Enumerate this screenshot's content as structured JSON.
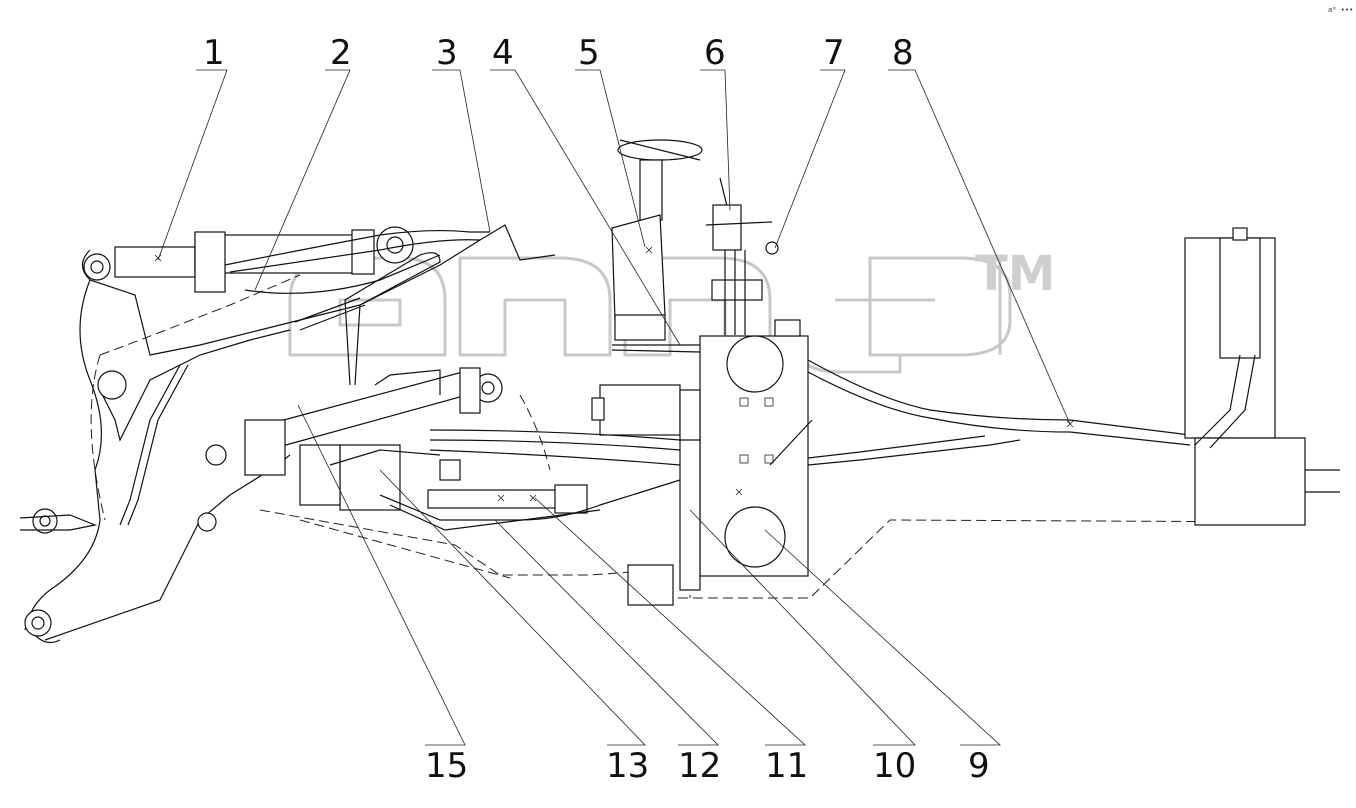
{
  "diagram": {
    "corner_label": "a⁰ •••",
    "watermark": {
      "mark": "TM"
    },
    "callouts": [
      {
        "id": "c1",
        "label": "1"
      },
      {
        "id": "c2",
        "label": "2"
      },
      {
        "id": "c3",
        "label": "3"
      },
      {
        "id": "c4",
        "label": "4"
      },
      {
        "id": "c5",
        "label": "5"
      },
      {
        "id": "c6",
        "label": "6"
      },
      {
        "id": "c7",
        "label": "7"
      },
      {
        "id": "c8",
        "label": "8"
      },
      {
        "id": "c9",
        "label": "9"
      },
      {
        "id": "c10",
        "label": "10"
      },
      {
        "id": "c11",
        "label": "11"
      },
      {
        "id": "c12",
        "label": "12"
      },
      {
        "id": "c13",
        "label": "13"
      },
      {
        "id": "c15",
        "label": "15"
      }
    ]
  }
}
